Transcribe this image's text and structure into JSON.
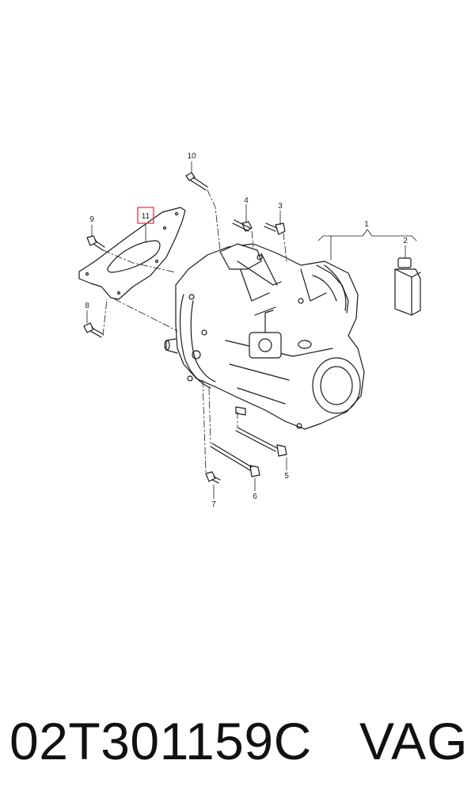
{
  "diagram": {
    "callouts": {
      "c1": "1",
      "c2": "2",
      "c3": "3",
      "c4": "4",
      "c5": "5",
      "c6": "6",
      "c7": "7",
      "c8": "8",
      "c9": "9",
      "c10": "10",
      "c11": "11"
    },
    "highlight_color": "#e3344a"
  },
  "caption": {
    "part_number": "02T301159C",
    "brand": "VAG"
  }
}
